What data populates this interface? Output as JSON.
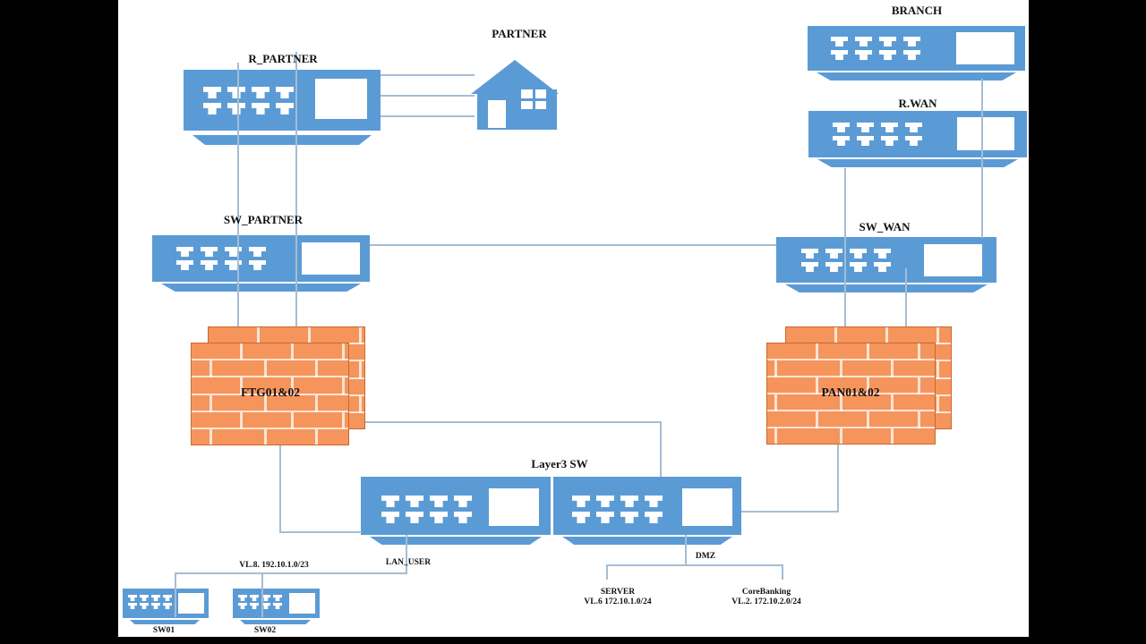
{
  "colors": {
    "device_blue": "#5B9BD5",
    "firewall_orange": "#F5945B",
    "connector_line": "#A5BDD3",
    "letterbox": "#000000",
    "background": "#ffffff"
  },
  "nodes": {
    "r_partner": {
      "label": "R_PARTNER",
      "type": "router"
    },
    "partner": {
      "label": "PARTNER",
      "type": "site-house"
    },
    "branch": {
      "label": "BRANCH",
      "type": "router"
    },
    "r_wan": {
      "label": "R.WAN",
      "type": "router"
    },
    "sw_partner": {
      "label": "SW_PARTNER",
      "type": "switch"
    },
    "sw_wan": {
      "label": "SW_WAN",
      "type": "switch"
    },
    "ftg": {
      "label": "FTG01&02",
      "type": "firewall"
    },
    "pan": {
      "label": "PAN01&02",
      "type": "firewall"
    },
    "layer3": {
      "label": "Layer3 SW",
      "type": "switch-pair"
    },
    "sw01": {
      "label": "SW01",
      "type": "switch"
    },
    "sw02": {
      "label": "SW02",
      "type": "switch"
    }
  },
  "annotations": {
    "vlan8_subnet": "VL.8. 192.10.1.0/23",
    "lan_user": "LAN_USER",
    "dmz": "DMZ",
    "server_title": "SERVER",
    "server_subnet": "VL.6 172.10.1.0/24",
    "corebanking_title": "CoreBanking",
    "corebanking_subnet": "VL.2. 172.10.2.0/24"
  }
}
